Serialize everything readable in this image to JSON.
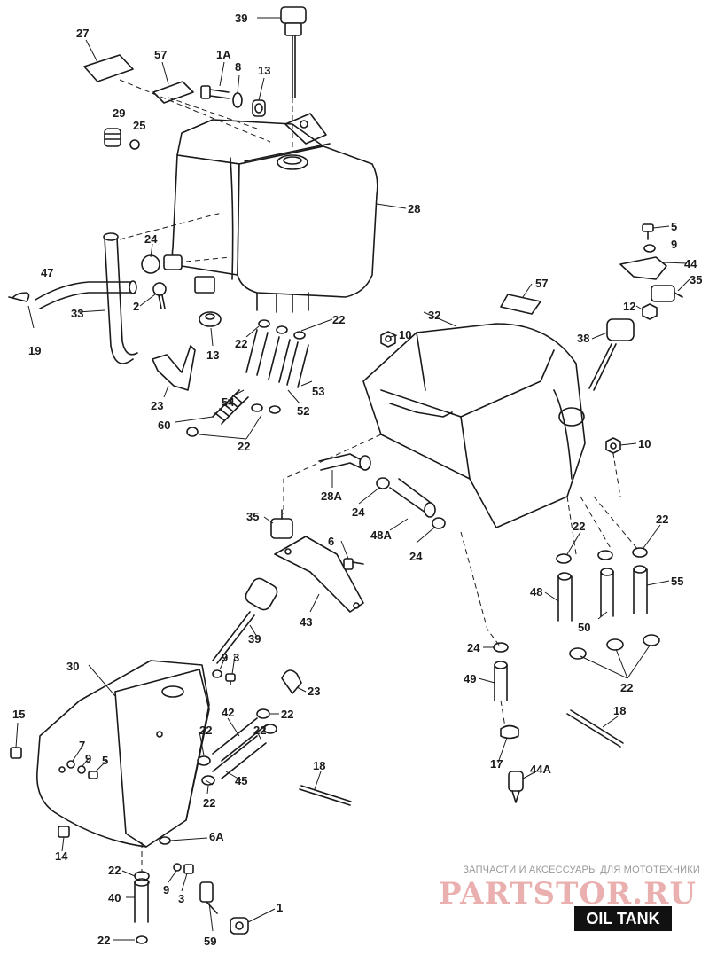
{
  "title": "OIL TANK",
  "watermark": {
    "caption": "ЗАПЧАСТИ И АКСЕССУАРЫ ДЛЯ МОТОТЕХНИКИ",
    "logo": "PARTSTOR.RU"
  },
  "footer_note": "",
  "callouts": {
    "c39a": "39",
    "c27": "27",
    "c57a": "57",
    "c1A": "1A",
    "c8": "8",
    "c13a": "13",
    "c29": "29",
    "c25": "25",
    "c28": "28",
    "c5a": "5",
    "c9a": "9",
    "c44": "44",
    "c35a": "35",
    "c57b": "57",
    "c12": "12",
    "c24a": "24",
    "c47": "47",
    "c2": "2",
    "c33": "33",
    "c19": "19",
    "c13b": "13",
    "c22a": "22",
    "c22b": "22",
    "c32": "32",
    "c10a": "10",
    "c38": "38",
    "c23a": "23",
    "c54": "54",
    "c53": "53",
    "c52": "52",
    "c60": "60",
    "c22c": "22",
    "c10b": "10",
    "c28A": "28A",
    "c24b": "24",
    "c35b": "35",
    "c48A": "48A",
    "c24c": "24",
    "c6": "6",
    "c22d": "22",
    "c22e": "22",
    "c48": "48",
    "c50": "50",
    "c55": "55",
    "c43": "43",
    "c39b": "39",
    "c24d": "24",
    "c49": "49",
    "c22f": "22",
    "c30": "30",
    "c9b": "9",
    "c3a": "3",
    "c23b": "23",
    "c15": "15",
    "c42": "42",
    "c22g": "22",
    "c18a": "18",
    "c7": "7",
    "c9c": "9",
    "c5b": "5",
    "c22h": "22",
    "c22i": "22",
    "c45": "45",
    "c22j": "22",
    "c17": "17",
    "c18b": "18",
    "c44A": "44A",
    "c6A": "6A",
    "c14": "14",
    "c22k": "22",
    "c9d": "9",
    "c3b": "3",
    "c40": "40",
    "c1": "1",
    "c22l": "22",
    "c59": "59"
  }
}
